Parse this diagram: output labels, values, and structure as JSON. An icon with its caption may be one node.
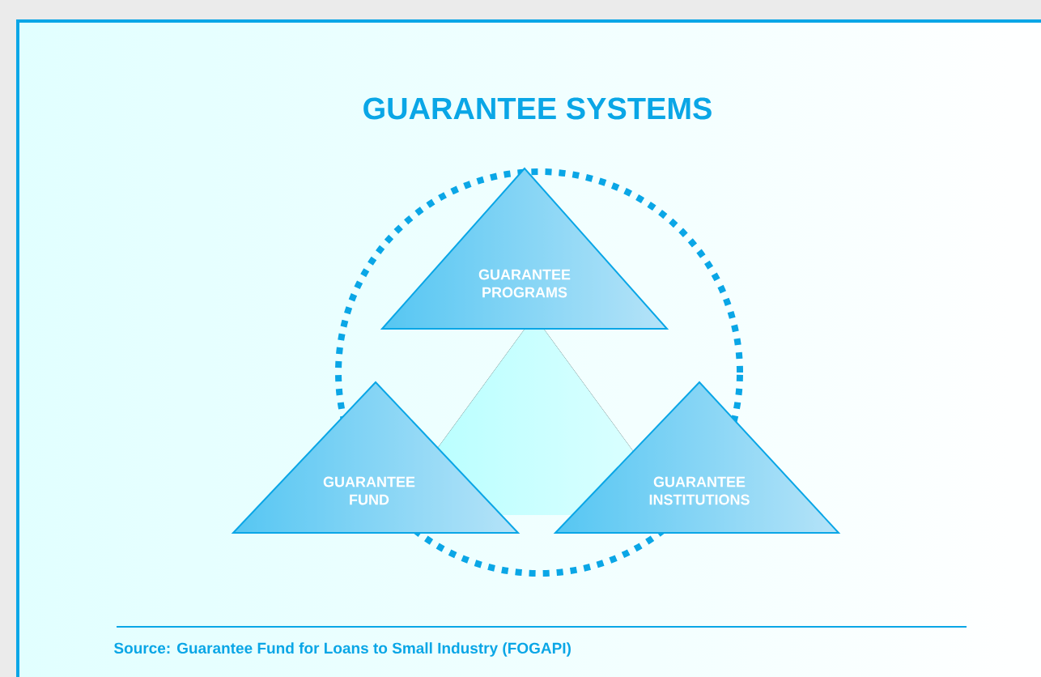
{
  "diagram": {
    "title": "GUARANTEE SYSTEMS",
    "caption": "Source: Guarantee Fund for Loans to Small Industry (FOGAPI)",
    "nodes": [
      {
        "text": [
          "GUARANTEE PROGRAMS"
        ]
      },
      {
        "text": [
          "GUARANTEE FUND"
        ]
      },
      {
        "text": [
          "GUARANTEE INSTITUTIONS"
        ]
      }
    ]
  }
}
